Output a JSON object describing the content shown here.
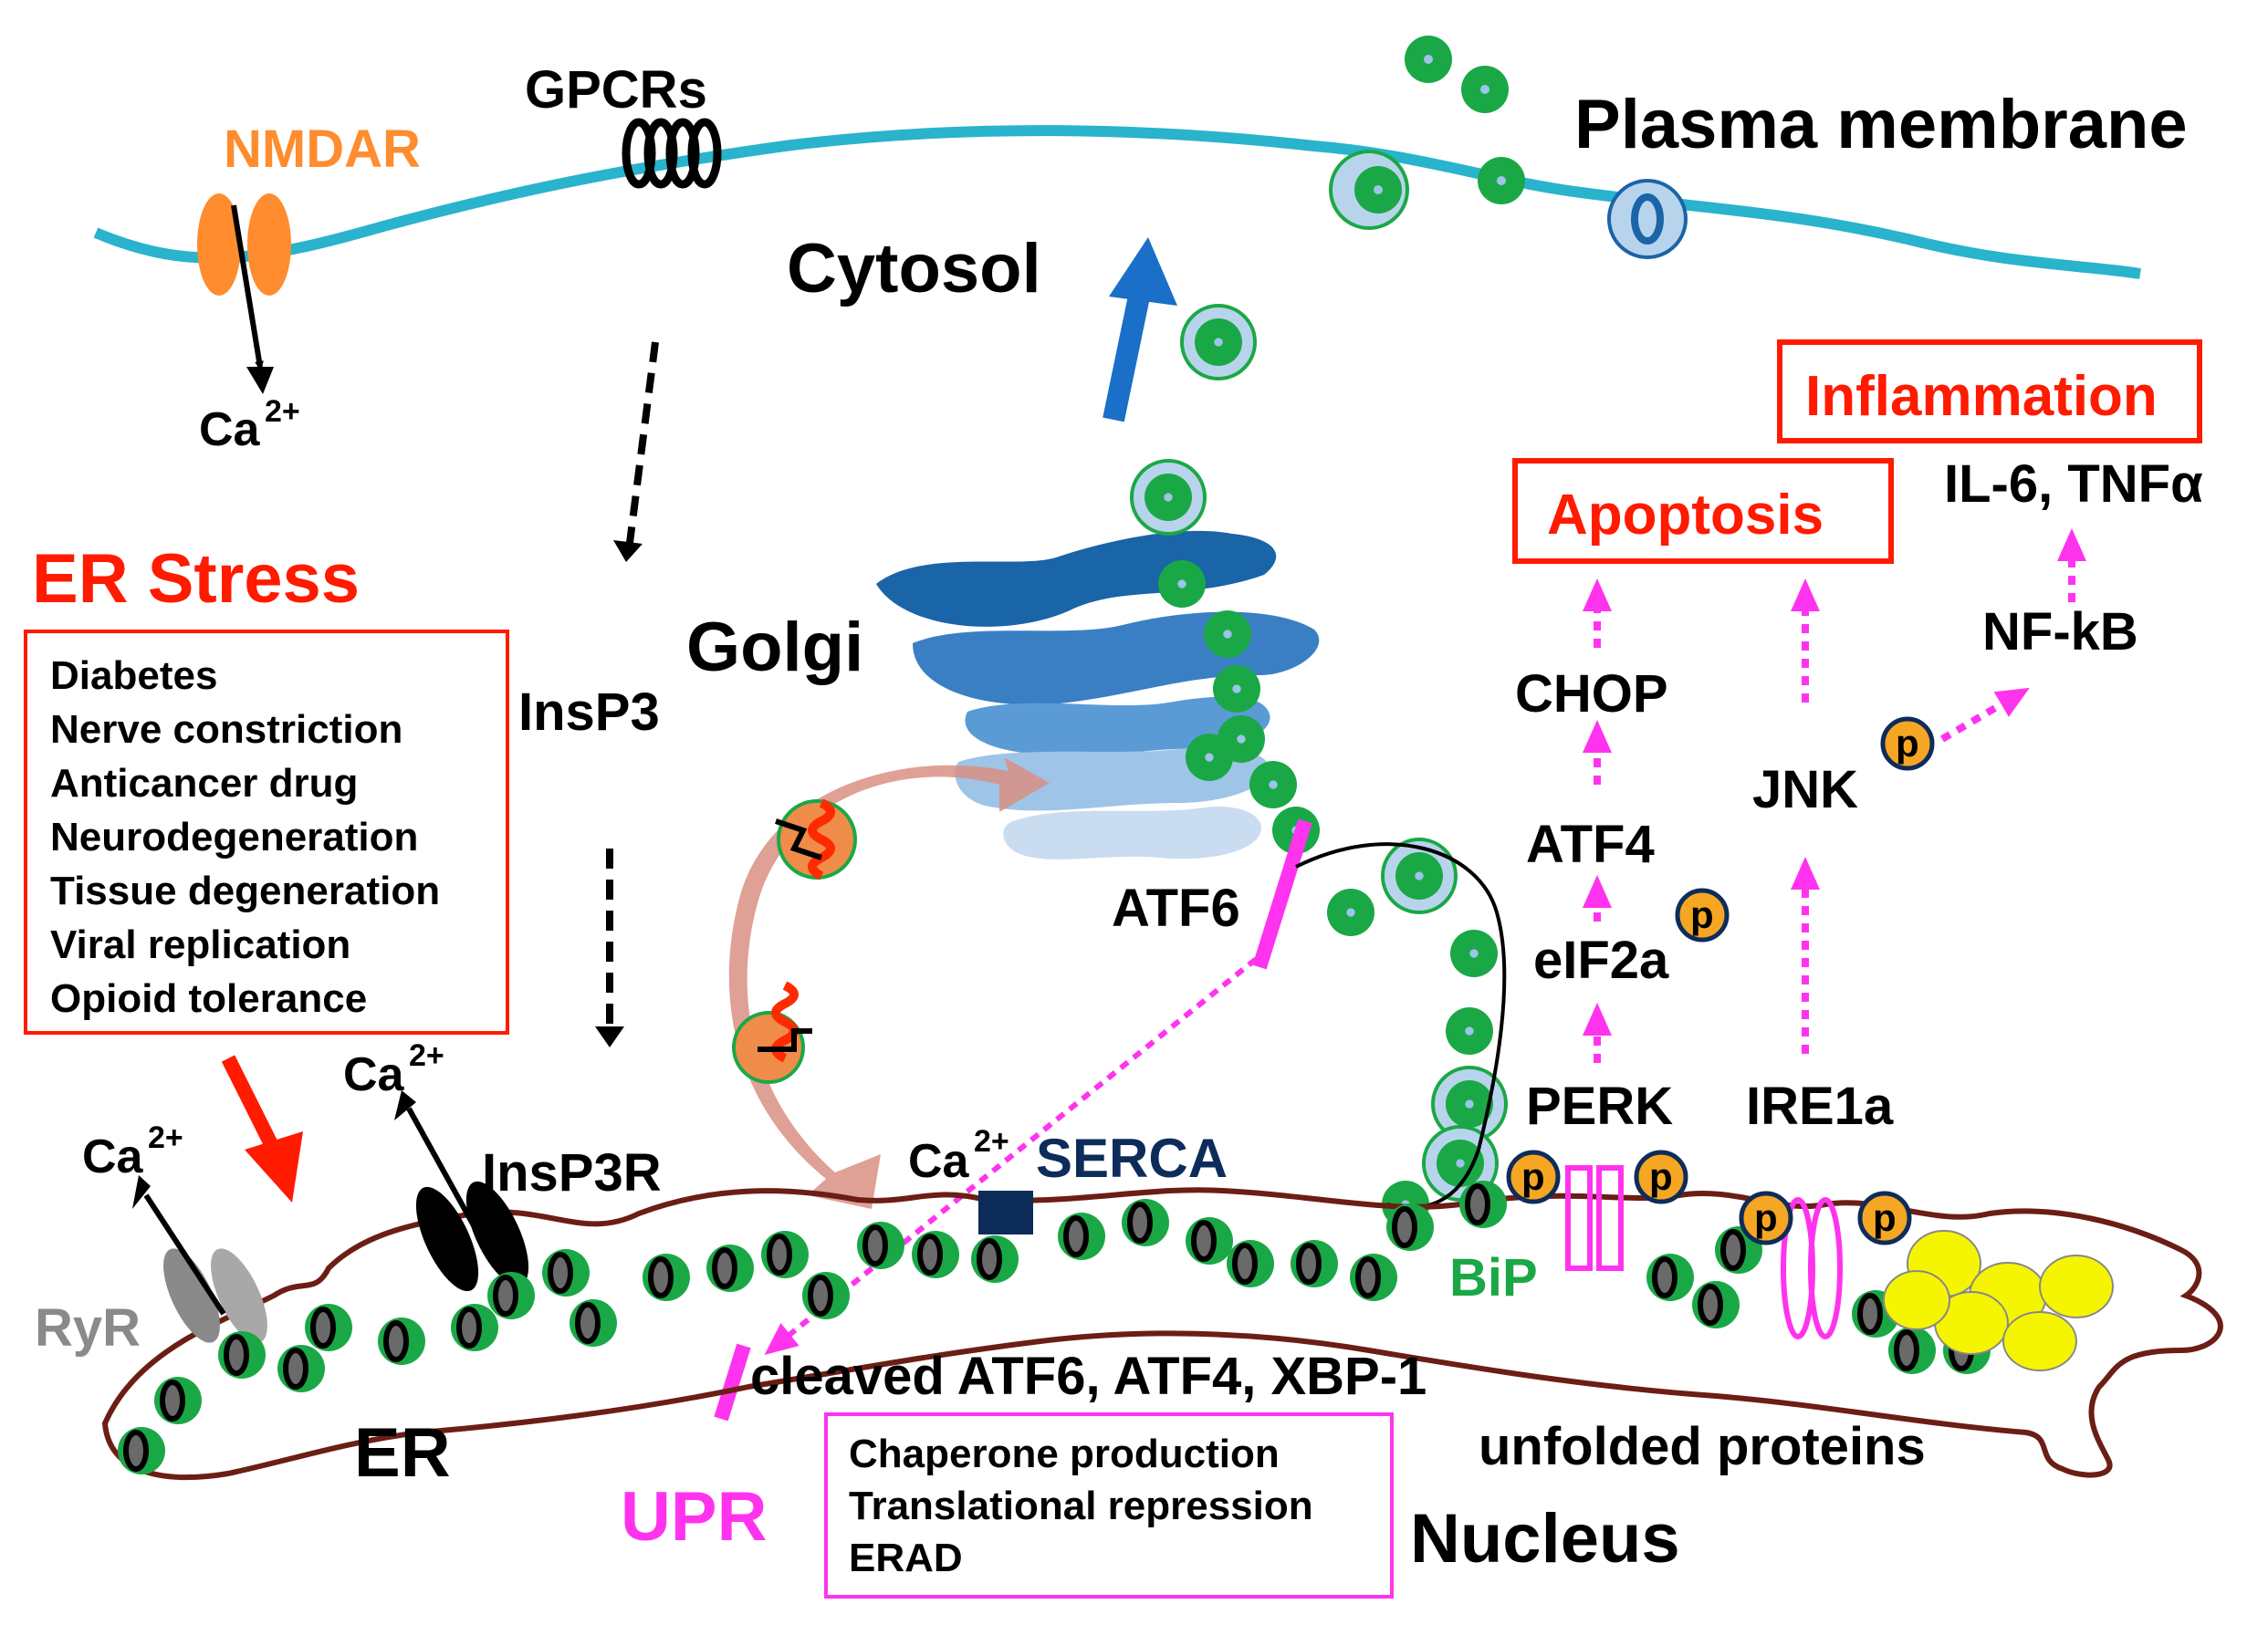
{
  "labels": {
    "nmdar": "NMDAR",
    "gpcrs": "GPCRs",
    "plasma_membrane": "Plasma membrane",
    "cytosol": "Cytosol",
    "ca_nmdar": "Ca",
    "ca_insp3r": "Ca",
    "ca_ryr": "Ca",
    "ca_serca": "Ca",
    "ca_superscript": "2+",
    "insp3": "InsP3",
    "insp3r": "InsP3R",
    "ryr": "RyR",
    "golgi": "Golgi",
    "atf6": "ATF6",
    "serca": "SERCA",
    "bip": "BiP",
    "er": "ER",
    "nucleus": "Nucleus",
    "upr": "UPR",
    "cleaved": "cleaved ATF6, ATF4, XBP-1",
    "unfolded": "unfolded proteins",
    "perk": "PERK",
    "ire1a": "IRE1a",
    "eif2a": "eIF2a",
    "atf4": "ATF4",
    "chop": "CHOP",
    "jnk": "JNK",
    "nfkb": "NF-kB",
    "il6": "IL-6, TNFα",
    "apoptosis": "Apoptosis",
    "inflammation": "Inflammation",
    "phospho": "p"
  },
  "er_stress": {
    "title": "ER Stress",
    "causes": [
      "Diabetes",
      "Nerve constriction",
      "Anticancer drug",
      "Neurodegeneration",
      "Tissue degeneration",
      "Viral replication",
      "Opioid tolerance"
    ]
  },
  "upr_outcomes": [
    "Chaperone production",
    "Translational repression",
    "ERAD"
  ],
  "colors": {
    "membrane": "#29b3cc",
    "er_outline": "#6b1e14",
    "stress_red": "#ff1a00",
    "upr_magenta": "#ff33ee",
    "bip_green": "#1aa846",
    "nmdar_orange": "#ff8c2e",
    "golgi_dark": "#1a64a8",
    "golgi_mid": "#4a90d0",
    "golgi_light": "#9ec4e8",
    "p_orange": "#f5a623",
    "serca_navy": "#0d2c5a",
    "unfolded_yellow": "#f5f500"
  }
}
